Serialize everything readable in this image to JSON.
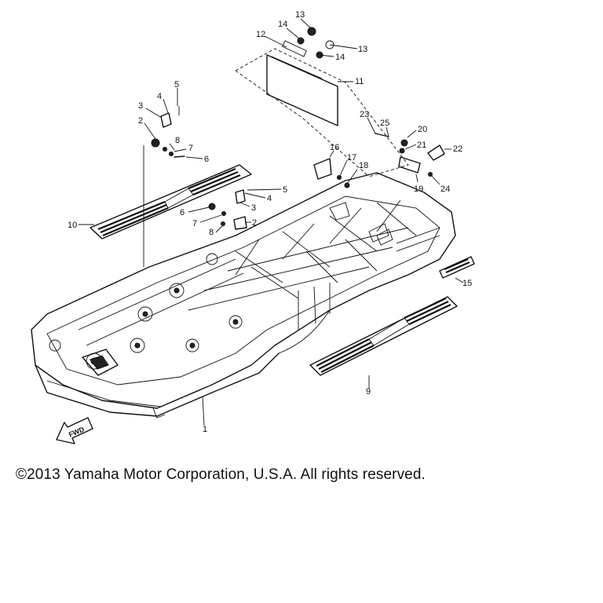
{
  "callouts": [
    {
      "label": "13"
    },
    {
      "label": "14"
    },
    {
      "label": "12"
    },
    {
      "label": "13"
    },
    {
      "label": "14"
    },
    {
      "label": "11"
    },
    {
      "label": "5"
    },
    {
      "label": "4"
    },
    {
      "label": "3"
    },
    {
      "label": "2"
    },
    {
      "label": "8"
    },
    {
      "label": "7"
    },
    {
      "label": "6"
    },
    {
      "label": "23"
    },
    {
      "label": "25"
    },
    {
      "label": "20"
    },
    {
      "label": "21"
    },
    {
      "label": "22"
    },
    {
      "label": "16"
    },
    {
      "label": "17"
    },
    {
      "label": "18"
    },
    {
      "label": "19"
    },
    {
      "label": "24"
    },
    {
      "label": "5"
    },
    {
      "label": "4"
    },
    {
      "label": "3"
    },
    {
      "label": "2"
    },
    {
      "label": "6"
    },
    {
      "label": "7"
    },
    {
      "label": "8"
    },
    {
      "label": "10"
    },
    {
      "label": "15"
    },
    {
      "label": "9"
    },
    {
      "label": "1"
    }
  ],
  "fwd_arrow": {
    "label": "FWD"
  },
  "footer": {
    "copyright": "©2013 Yamaha Motor Corporation, U.S.A. All rights reserved."
  }
}
